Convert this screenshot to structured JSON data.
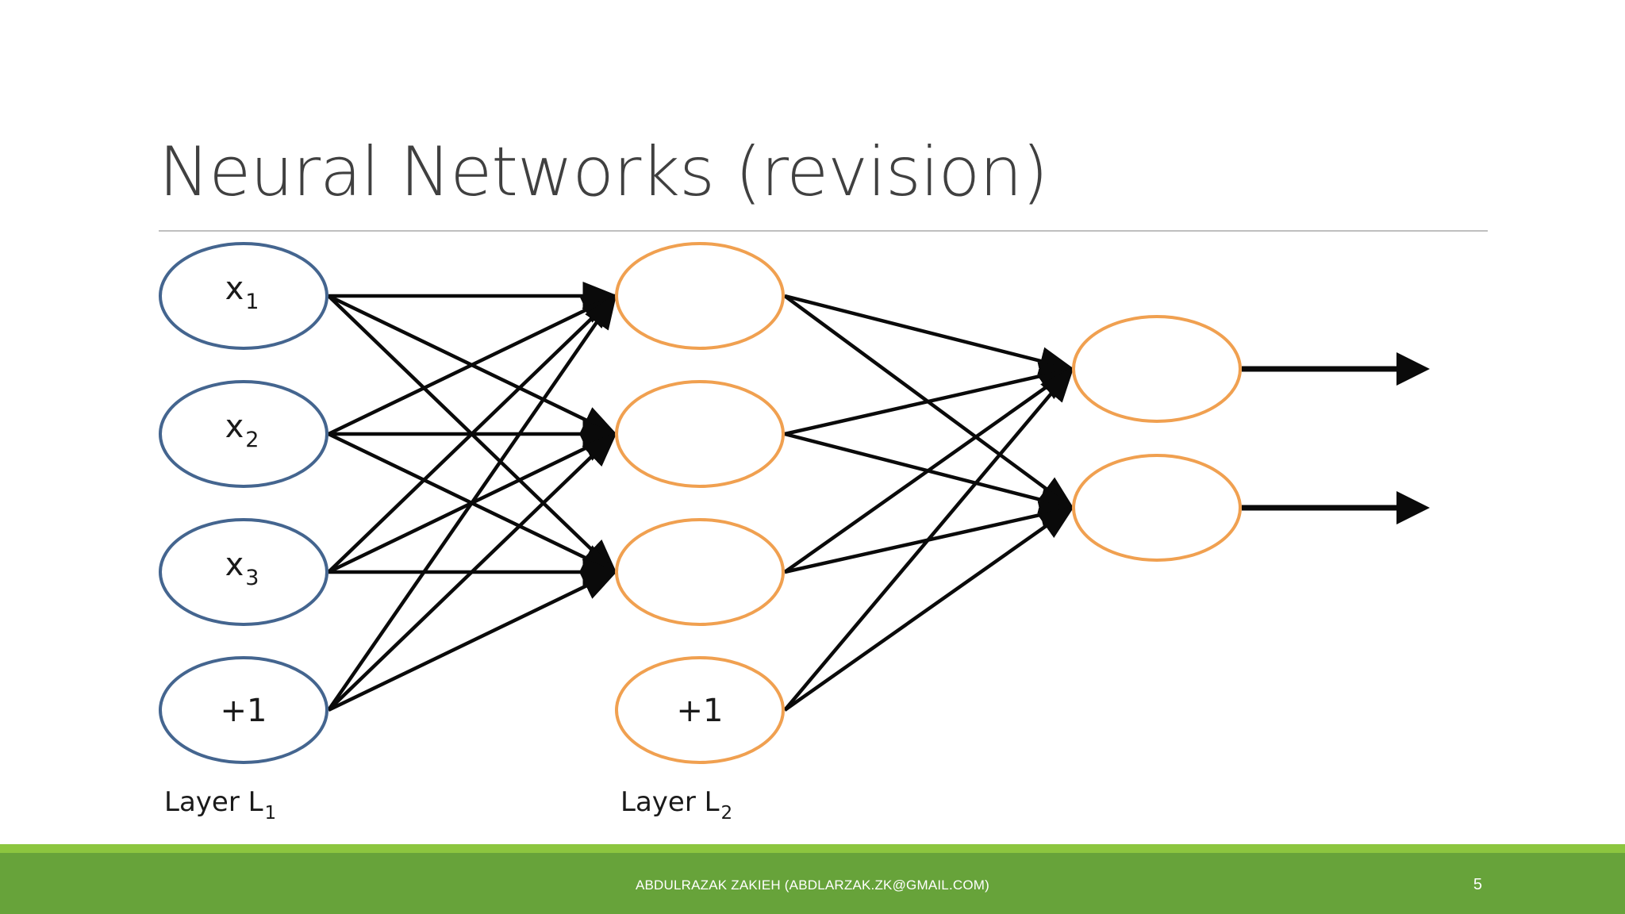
{
  "slide": {
    "title": "Neural Networks (revision)",
    "footer_text": "ABDULRAZAK ZAKIEH (ABDLARZAK.ZK@GMAIL.COM)",
    "page_number": "5"
  },
  "colors": {
    "input_node_stroke": "#44658f",
    "hidden_node_stroke": "#f0a050",
    "output_node_stroke": "#f0a050",
    "edge": "#0a0a0a",
    "footer_bar": "#67a33a",
    "footer_accent": "#8cc63f",
    "title_text": "#404040"
  },
  "diagram": {
    "layers": [
      {
        "id": "L1",
        "label_main": "Layer L",
        "label_sub": "1",
        "nodes": [
          {
            "id": "x1",
            "main": "x",
            "sub": "1"
          },
          {
            "id": "x2",
            "main": "x",
            "sub": "2"
          },
          {
            "id": "x3",
            "main": "x",
            "sub": "3"
          },
          {
            "id": "b1",
            "main": "+1",
            "sub": ""
          }
        ]
      },
      {
        "id": "L2",
        "label_main": "Layer L",
        "label_sub": "2",
        "nodes": [
          {
            "id": "h1",
            "main": "",
            "sub": ""
          },
          {
            "id": "h2",
            "main": "",
            "sub": ""
          },
          {
            "id": "h3",
            "main": "",
            "sub": ""
          },
          {
            "id": "b2",
            "main": "+1",
            "sub": ""
          }
        ]
      },
      {
        "id": "L3",
        "label_main": "",
        "label_sub": "",
        "nodes": [
          {
            "id": "o1",
            "main": "",
            "sub": ""
          },
          {
            "id": "o2",
            "main": "",
            "sub": ""
          }
        ]
      }
    ],
    "edges": [
      [
        "x1",
        "h1"
      ],
      [
        "x1",
        "h2"
      ],
      [
        "x1",
        "h3"
      ],
      [
        "x2",
        "h1"
      ],
      [
        "x2",
        "h2"
      ],
      [
        "x2",
        "h3"
      ],
      [
        "x3",
        "h1"
      ],
      [
        "x3",
        "h2"
      ],
      [
        "x3",
        "h3"
      ],
      [
        "b1",
        "h1"
      ],
      [
        "b1",
        "h2"
      ],
      [
        "b1",
        "h3"
      ],
      [
        "h1",
        "o1"
      ],
      [
        "h1",
        "o2"
      ],
      [
        "h2",
        "o1"
      ],
      [
        "h2",
        "o2"
      ],
      [
        "h3",
        "o1"
      ],
      [
        "h3",
        "o2"
      ],
      [
        "b2",
        "o1"
      ],
      [
        "b2",
        "o2"
      ]
    ],
    "outputs": [
      "o1",
      "o2"
    ]
  }
}
